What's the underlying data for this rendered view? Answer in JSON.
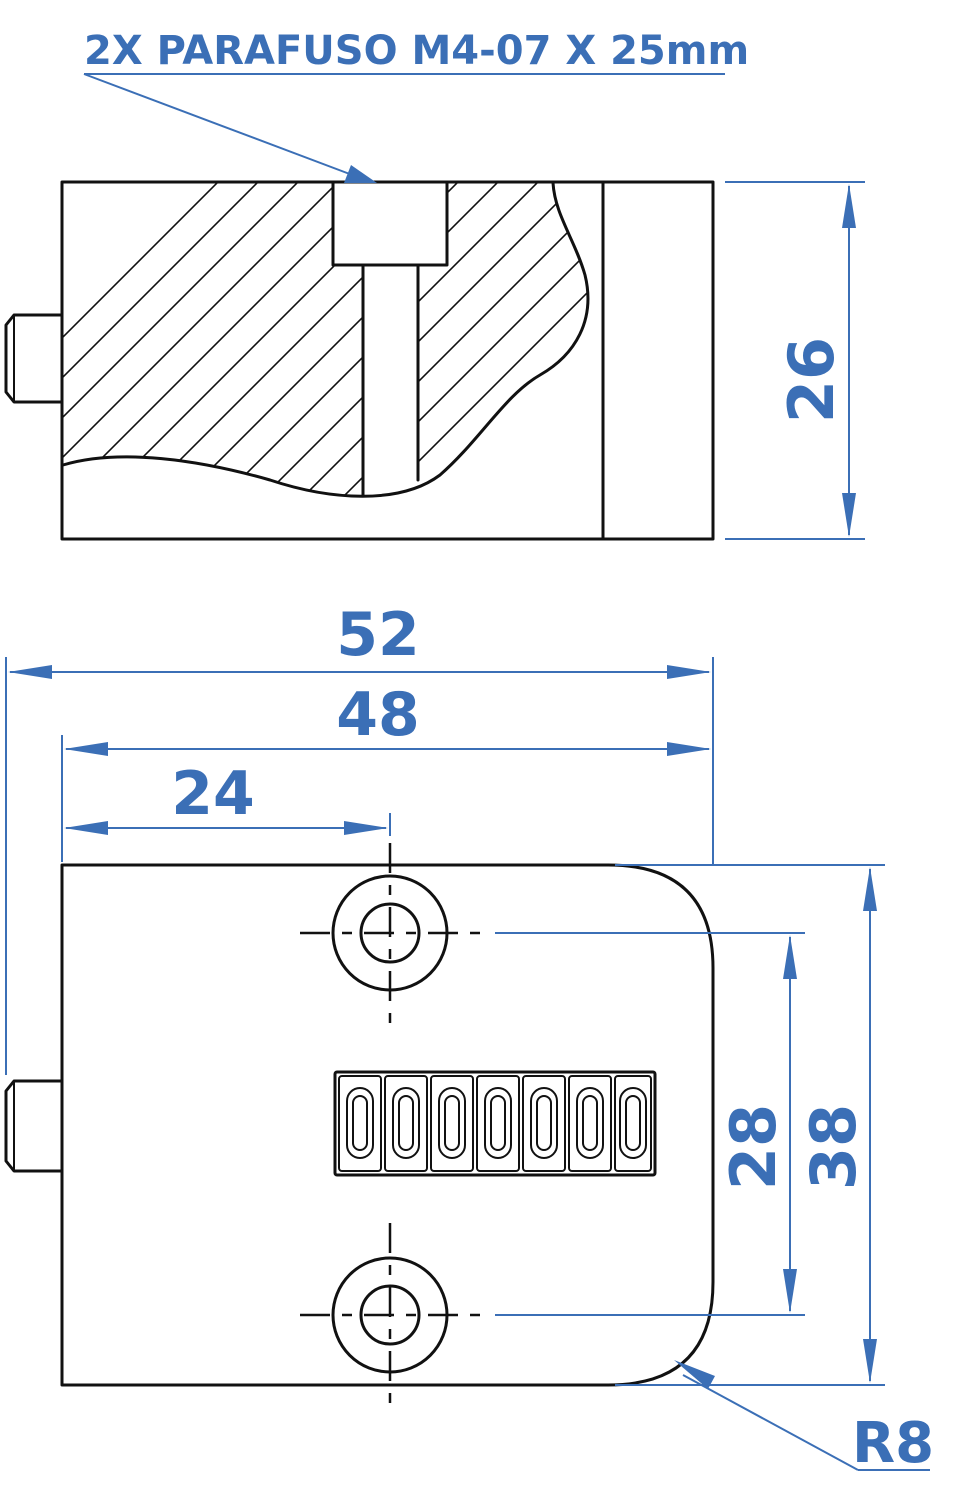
{
  "callout": {
    "text": "2X PARAFUSO M4-07 X 25mm"
  },
  "dimensions": {
    "height_side": "26",
    "overall_width": "52",
    "body_width": "48",
    "hole_offset": "24",
    "hole_spacing": "28",
    "body_height": "38",
    "corner_radius": "R8"
  },
  "colors": {
    "dimension": "#3b6fb6",
    "outline": "#111111",
    "background": "#ffffff"
  }
}
